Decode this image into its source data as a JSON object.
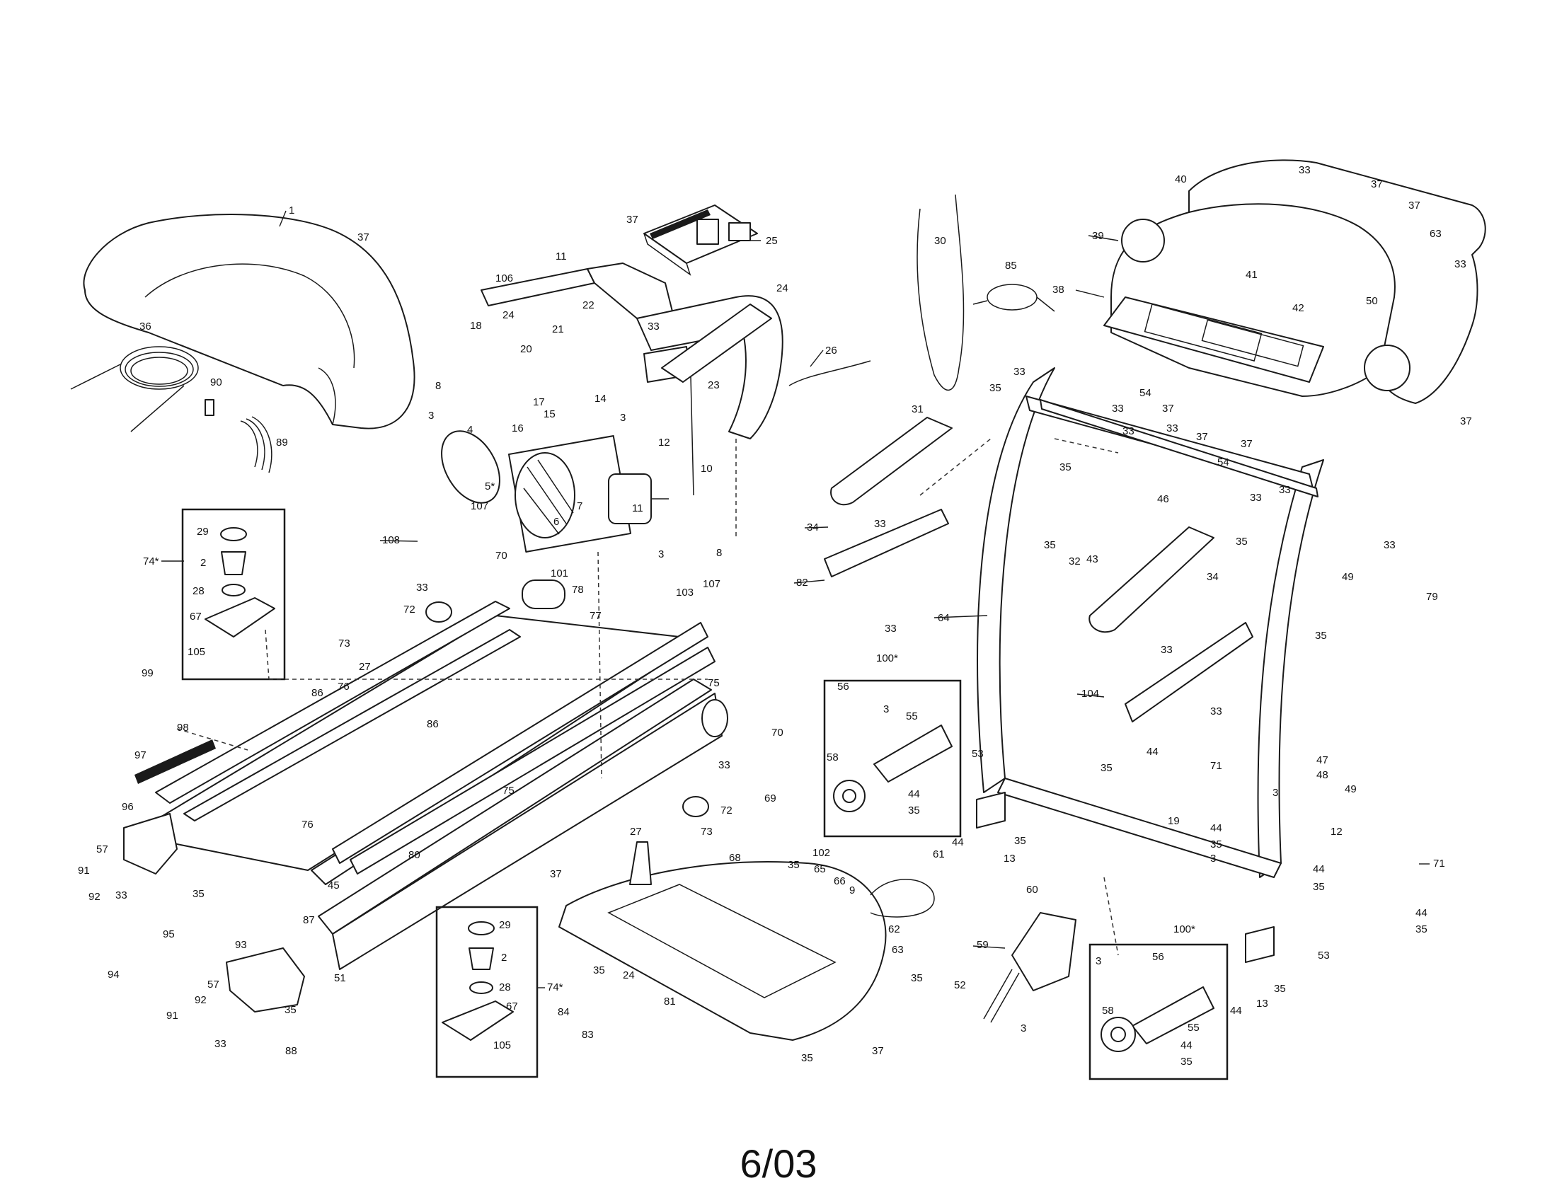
{
  "footer": "6/03",
  "labels": {
    "l1": "1",
    "l37a": "37",
    "l11a": "11",
    "l106": "106",
    "l36": "36",
    "l90": "90",
    "l89": "89",
    "l18": "18",
    "l24a": "24",
    "l20": "20",
    "l21": "21",
    "l22": "22",
    "l8a": "8",
    "l3a": "3",
    "l17": "17",
    "l15": "15",
    "l14": "14",
    "l3b": "3",
    "l12a": "12",
    "l16": "16",
    "l4": "4",
    "l5": "5*",
    "l6": "6",
    "l7": "7",
    "l11b": "11",
    "l10": "10",
    "l3c": "3",
    "l8b": "8",
    "l37b": "37",
    "l25": "25",
    "l24b": "24",
    "l33a": "33",
    "l23": "23",
    "l26": "26",
    "l30": "30",
    "l85": "85",
    "l40": "40",
    "l33b": "33",
    "l37c": "37",
    "l39": "39",
    "l37d": "37",
    "l63a": "63",
    "l33c": "33",
    "l41": "41",
    "l38": "38",
    "l42": "42",
    "l50": "50",
    "l35a": "35",
    "l33d": "33",
    "l33e": "33",
    "l37e": "37",
    "l54a": "54",
    "l33f": "33",
    "l33g": "33",
    "l37f": "37",
    "l37g": "37",
    "l37h": "37",
    "l35b": "35",
    "l31": "31",
    "l46": "46",
    "l54b": "54",
    "l33h": "33",
    "l33i": "33",
    "l34a": "34",
    "l33j": "33",
    "l35c": "35",
    "l32": "32",
    "l82": "82",
    "l33k": "33",
    "l35d": "35",
    "l49a": "49",
    "l33l": "33",
    "l79": "79",
    "l43": "43",
    "l34b": "34",
    "l64": "64",
    "l33m": "33",
    "l35e": "35",
    "l104": "104",
    "l33n": "33",
    "l29a": "29",
    "l2a": "2",
    "l74a": "74*",
    "l28a": "28",
    "l67a": "67",
    "l105a": "105",
    "l107a": "107",
    "l108": "108",
    "l70a": "70",
    "l101": "101",
    "l78": "78",
    "l33o": "33",
    "l72a": "72",
    "l77": "77",
    "l103": "103",
    "l107b": "107",
    "l73a": "73",
    "l27a": "27",
    "l99": "99",
    "l98": "98",
    "l86a": "86",
    "l76a": "76",
    "l97": "97",
    "l86b": "86",
    "l75a": "75",
    "l70b": "70",
    "l75b": "75",
    "l33p": "33",
    "l72b": "72",
    "l27b": "27",
    "l73b": "73",
    "l96": "96",
    "l76b": "76",
    "l57a": "57",
    "l91a": "91",
    "l92a": "92",
    "l33q": "33",
    "l35f": "35",
    "l95": "95",
    "l80": "80",
    "l45": "45",
    "l87": "87",
    "l51": "51",
    "l94": "94",
    "l93": "93",
    "l57b": "57",
    "l92b": "92",
    "l91b": "91",
    "l33r": "33",
    "l35g": "35",
    "l88": "88",
    "l29b": "29",
    "l2b": "2",
    "l28b": "28",
    "l74b": "74*",
    "l67b": "67",
    "l105b": "105",
    "l37i": "37",
    "l35h": "35",
    "l68": "68",
    "l24c": "24",
    "l81": "81",
    "l84": "84",
    "l83": "83",
    "l35i": "35",
    "l37j": "37",
    "l69": "69",
    "l35j": "35",
    "l102": "102",
    "l65": "65",
    "l66": "66",
    "l9": "9",
    "l61": "61",
    "l62": "62",
    "l63b": "63",
    "l35k": "35",
    "l100a": "100*",
    "l56a": "56",
    "l3d": "3",
    "l55a": "55",
    "l58a": "58",
    "l44a": "44",
    "l35l": "35",
    "l53a": "53",
    "l44b": "44",
    "l35m": "35",
    "l44c": "44",
    "l35n": "35",
    "l13a": "13",
    "l71a": "71",
    "l47": "47",
    "l48": "48",
    "l49b": "49",
    "l3e": "3",
    "l19": "19",
    "l44d": "44",
    "l35o": "35",
    "l3f": "3",
    "l12b": "12",
    "l44e": "44",
    "l35p": "35",
    "l71b": "71",
    "l44f": "44",
    "l35q": "35",
    "l60": "60",
    "l59": "59",
    "l52": "52",
    "l3g": "3",
    "l100b": "100*",
    "l3h": "3",
    "l56b": "56",
    "l53b": "53",
    "l58b": "58",
    "l55b": "55",
    "l44g": "44",
    "l35r": "35",
    "l35s": "35",
    "l44h": "44",
    "l13b": "13"
  }
}
